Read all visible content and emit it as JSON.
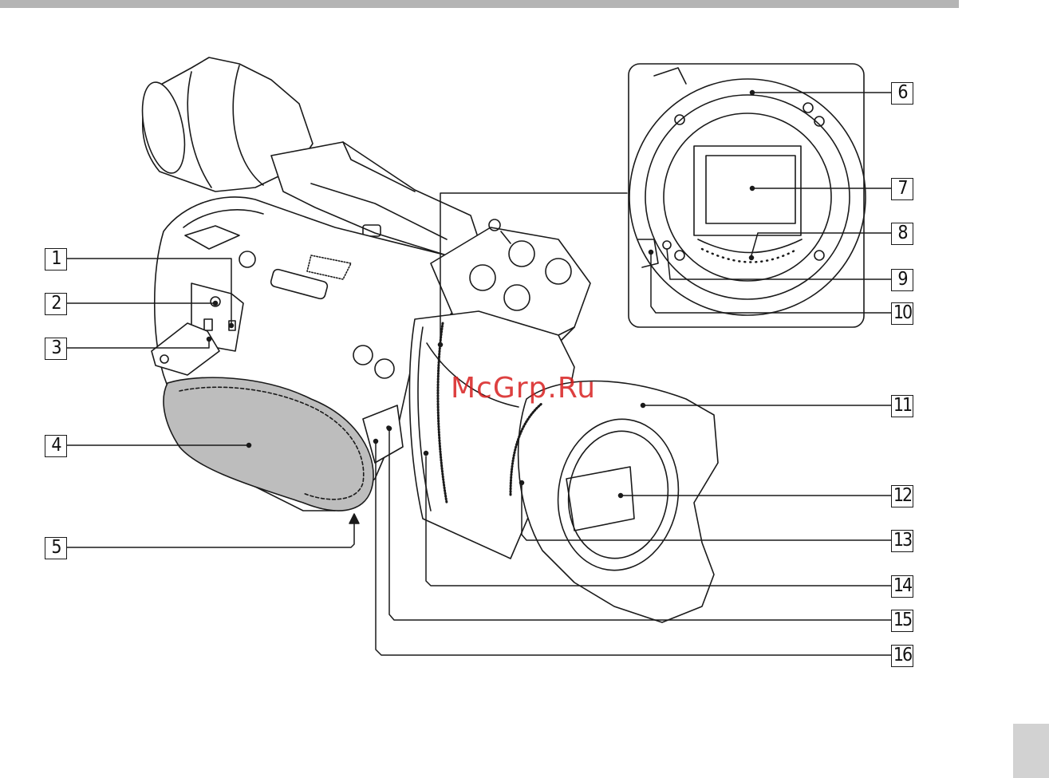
{
  "callouts": [
    "1",
    "2",
    "3",
    "4",
    "5",
    "6",
    "7",
    "8",
    "9",
    "10",
    "11",
    "12",
    "13",
    "14",
    "15",
    "16"
  ],
  "watermark": "McGrp.Ru",
  "colors": {
    "line": "#1a1a1a",
    "grip_fill": "#bdbdbd",
    "page_band": "#b4b4b4",
    "page_tab": "#d2d2d2",
    "watermark": "#d71e1e"
  }
}
